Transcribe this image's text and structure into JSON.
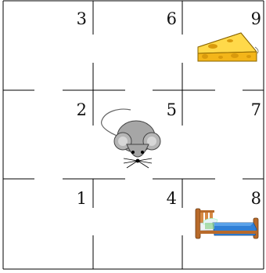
{
  "grid": {
    "rows": 3,
    "cols": 3,
    "cells": [
      {
        "number": "3",
        "row": 0,
        "col": 0
      },
      {
        "number": "6",
        "row": 0,
        "col": 1
      },
      {
        "number": "9",
        "row": 0,
        "col": 2,
        "item": "cheese"
      },
      {
        "number": "2",
        "row": 1,
        "col": 0
      },
      {
        "number": "5",
        "row": 1,
        "col": 1,
        "item": "mouse"
      },
      {
        "number": "7",
        "row": 1,
        "col": 2
      },
      {
        "number": "1",
        "row": 2,
        "col": 0
      },
      {
        "number": "4",
        "row": 2,
        "col": 1
      },
      {
        "number": "8",
        "row": 2,
        "col": 2,
        "item": "bed"
      }
    ]
  },
  "items": {
    "mouse": {
      "icon": "mouse-icon",
      "color": "#a6a6a6"
    },
    "cheese": {
      "icon": "cheese-icon",
      "color": "#f5c320"
    },
    "bed": {
      "icon": "bed-icon",
      "color": "#2f7fd6"
    }
  }
}
